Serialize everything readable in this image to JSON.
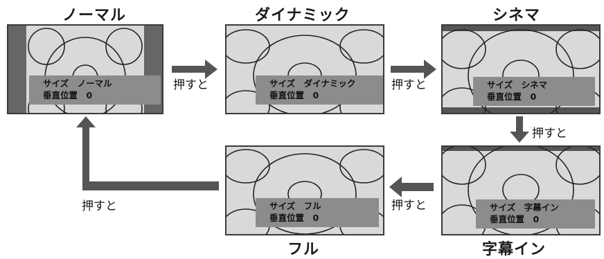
{
  "modes": {
    "normal": {
      "title": "ノーマル",
      "osd_size": "サイズ　ノーマル",
      "osd_vpos": "垂直位置　0"
    },
    "dynamic": {
      "title": "ダイナミック",
      "osd_size": "サイズ　ダイナミック",
      "osd_vpos": "垂直位置　0"
    },
    "cinema": {
      "title": "シネマ",
      "osd_size": "サイズ　シネマ",
      "osd_vpos": "垂直位置　0"
    },
    "subtitle": {
      "title": "字幕イン",
      "osd_size": "サイズ　字幕イン",
      "osd_vpos": "垂直位置　0"
    },
    "full": {
      "title": "フル",
      "osd_size": "サイズ　フル",
      "osd_vpos": "垂直位置　0"
    }
  },
  "push_label": "押すと",
  "colors": {
    "arrow": "#555555",
    "screen_bg": "#d9d9d9",
    "osd_bg": "#8c8c8c",
    "side_bar": "#666666"
  }
}
